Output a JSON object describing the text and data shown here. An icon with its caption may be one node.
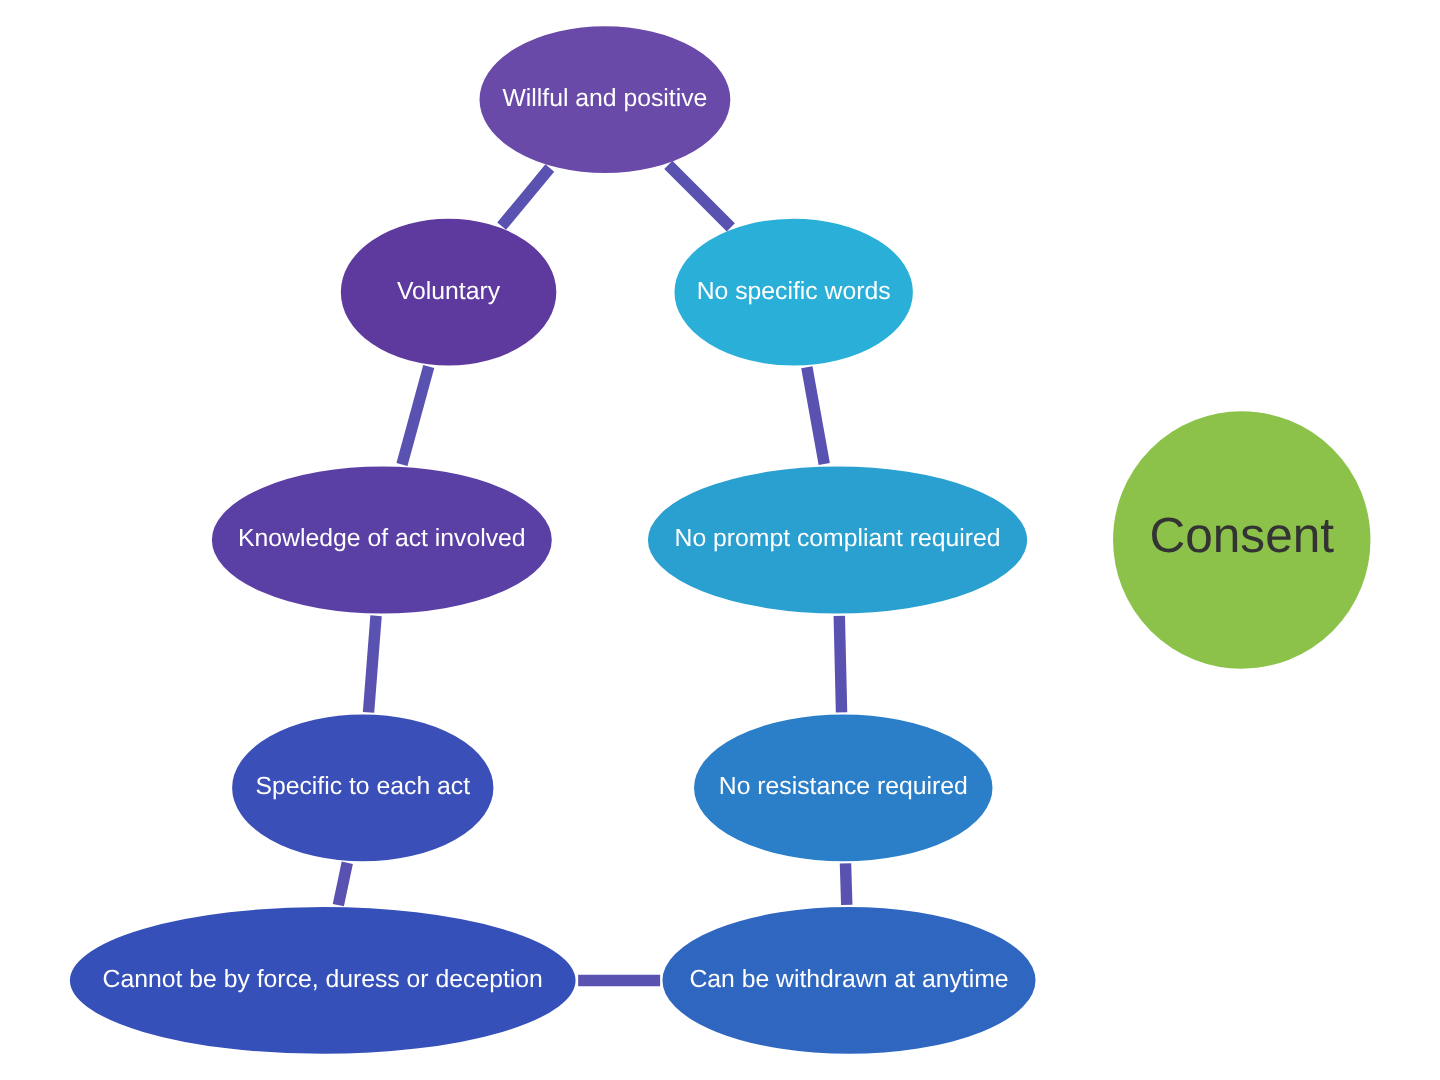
{
  "diagram": {
    "nodes": [
      {
        "text": [
          "Willful and positive"
        ]
      },
      {
        "text": [
          "No specific words"
        ]
      },
      {
        "text": [
          "Voluntary"
        ]
      },
      {
        "text": [
          "No prompt compliant required"
        ]
      },
      {
        "text": [
          "Consent"
        ]
      },
      {
        "text": [
          "Knowledge of act involved"
        ]
      },
      {
        "text": [
          "No resistance required"
        ]
      },
      {
        "text": [
          "Specific to each act"
        ]
      },
      {
        "text": [
          "Can be withdrawn at anytime"
        ]
      },
      {
        "text": [
          "Cannot be by force, duress or deception"
        ]
      }
    ],
    "edges": [
      {
        "from": 0,
        "to": 2,
        "arrow": "none"
      },
      {
        "from": 2,
        "to": 5,
        "arrow": "none"
      },
      {
        "from": 5,
        "to": 7,
        "arrow": "none"
      },
      {
        "from": 7,
        "to": 9,
        "arrow": "none"
      },
      {
        "from": 9,
        "to": 8,
        "arrow": "none"
      },
      {
        "from": 8,
        "to": 6,
        "arrow": "none"
      },
      {
        "from": 6,
        "to": 3,
        "arrow": "none"
      },
      {
        "from": 3,
        "to": 1,
        "arrow": "none"
      },
      {
        "from": 1,
        "to": 0,
        "arrow": "none"
      }
    ]
  }
}
